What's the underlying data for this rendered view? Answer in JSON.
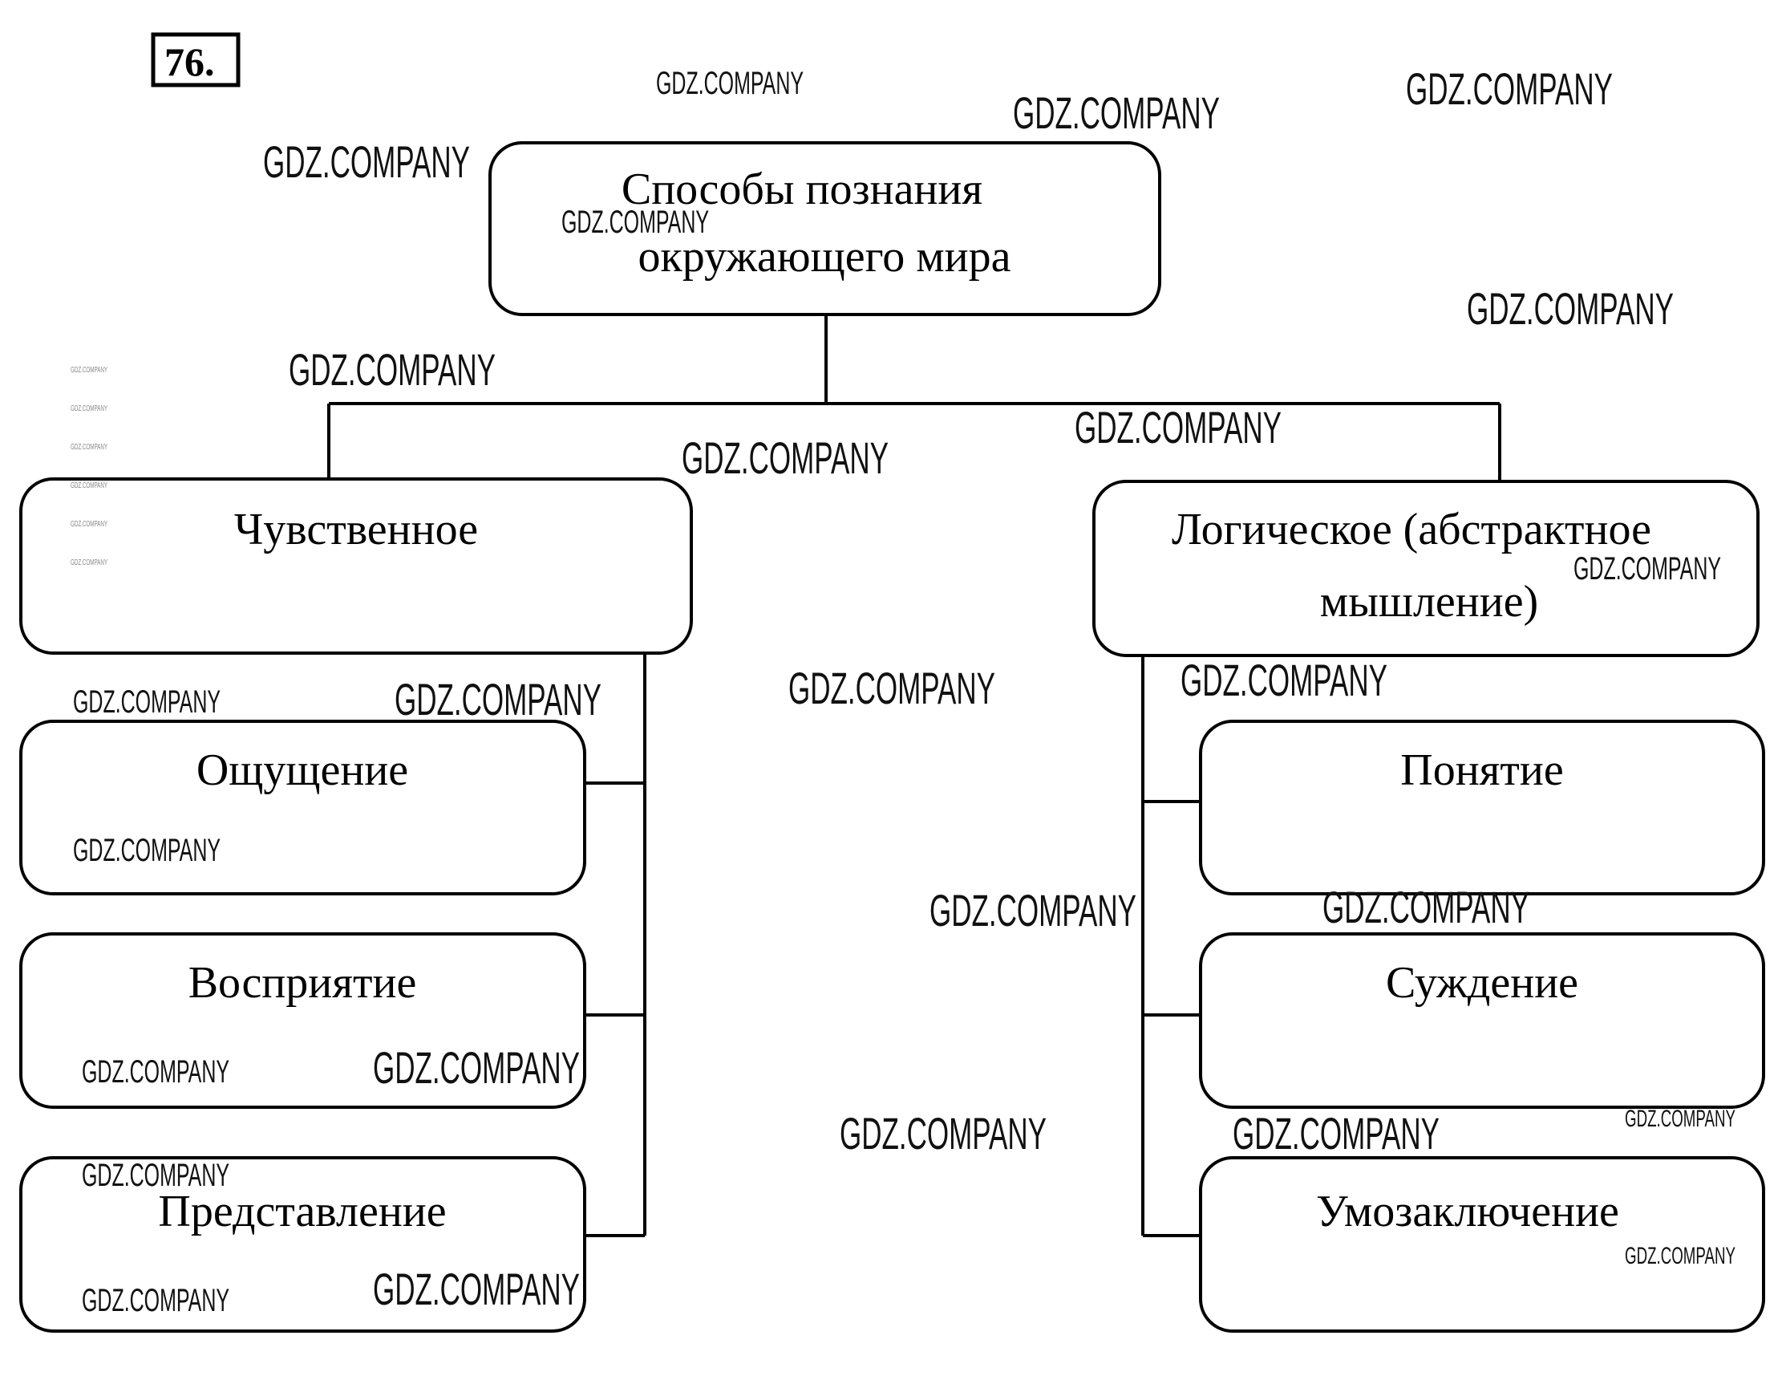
{
  "exercise_number": "76.",
  "root": {
    "line1": "Способы познания",
    "line2": "окружающего мира"
  },
  "branches": [
    {
      "label_line1": "Чувственное",
      "label_line2": "",
      "children": [
        "Ощущение",
        "Восприятие",
        "Представление"
      ]
    },
    {
      "label_line1": "Логическое (абстрактное",
      "label_line2": "мышление)",
      "children": [
        "Понятие",
        "Суждение",
        "Умозаключение"
      ]
    }
  ],
  "watermark": "GDZ.COMPANY",
  "colors": {
    "stroke": "#000000",
    "background": "#ffffff"
  }
}
